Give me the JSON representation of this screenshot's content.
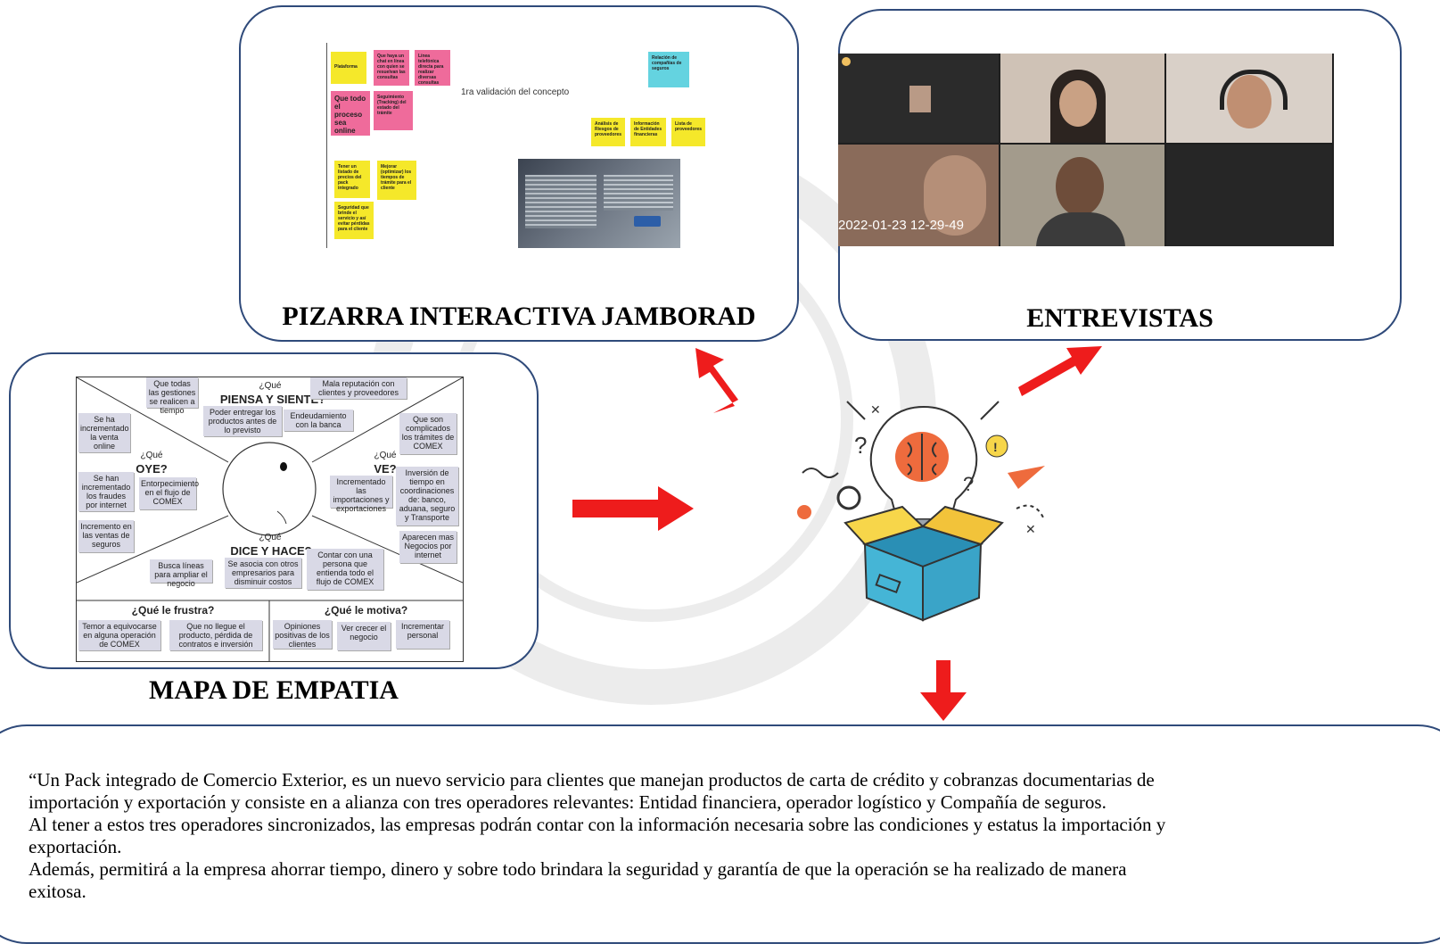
{
  "panels": {
    "jamboard": {
      "label": "PIZARRA INTERACTIVA JAMBORAD",
      "board_heading": "1ra validación del concepto",
      "stickies": [
        "Plataforma",
        "Que haya un chat en línea con quien se resuelvan las consultas",
        "Línea telefónica directa para realizar diversas consultas",
        "Relación de compañías de seguros",
        "Que todo el proceso sea online",
        "Seguimiento (Tracking) del estado del trámite",
        "Análisis de Riesgos de proveedores",
        "Información de Entidades financieras",
        "Lista de proveedores",
        "Tener un listado de precios del pack integrado",
        "Mejorar (optimizar) los tiempos de trámite para el cliente",
        "Seguridad que brinde el servicio y así evitar pérdidas para el cliente"
      ]
    },
    "interviews": {
      "label": "ENTREVISTAS",
      "timestamp": "2022-01-23 12-29-49"
    },
    "empathy": {
      "label": "MAPA DE EMPATIA",
      "headings": {
        "think_q": "¿Qué",
        "think": "PIENSA Y SIENTE?",
        "hear_q": "¿Qué",
        "hear": "OYE?",
        "see_q": "¿Qué",
        "see": "VE?",
        "say_q": "¿Qué",
        "say": "DICE Y HACE?",
        "pain": "¿Qué le frustra?",
        "gain": "¿Qué le motiva?"
      },
      "notes": {
        "n1": "Que todas las gestiones se realicen a tiempo",
        "n2": "Mala reputación con clientes y proveedores",
        "n3": "Poder entregar los productos antes de lo previsto",
        "n4": "Endeudamiento con la banca",
        "n5": "Se ha incrementado la venta online",
        "n6": "Que son complicados los trámites de COMEX",
        "n7": "Se han incrementado los fraudes por internet",
        "n8": "Entorpecimiento en el flujo de COMEX",
        "n9": "Incrementado las importaciones y exportaciones",
        "n10": "Inversión de tiempo en coordinaciones de: banco, aduana, seguro y Transporte",
        "n11": "Incremento en las ventas de seguros",
        "n12": "Aparecen mas Negocios por internet",
        "n13": "Busca líneas para ampliar el negocio",
        "n14": "Se asocia con otros empresarios para disminuir costos",
        "n15": "Contar con una persona que entienda todo el flujo de COMEX",
        "n16": "Temor a equivocarse en alguna operación de COMEX",
        "n17": "Que no llegue el producto, pérdida de contratos e inversión",
        "n18": "Opiniones positivas de los clientes",
        "n19": "Ver crecer el negocio",
        "n20": "Incrementar personal"
      }
    }
  },
  "statement": {
    "lines": [
      "“Un Pack integrado de Comercio Exterior, es un nuevo servicio para clientes que manejan productos de carta de crédito y cobranzas documentarias de",
      "importación y exportación y consiste en a alianza con tres operadores relevantes: Entidad financiera, operador logístico y Compañía de seguros.",
      "Al tener a estos tres operadores sincronizados, las empresas podrán contar con la información necesaria sobre las condiciones y estatus la importación y",
      "exportación.",
      "Además, permitirá a la empresa ahorrar tiempo, dinero y sobre todo brindara la seguridad y garantía de que la operación se ha realizado de manera",
      "exitosa."
    ]
  },
  "colors": {
    "panel_border": "#2f4a7a",
    "arrow": "#ee1c1c",
    "sticky_yellow": "#f5e82a",
    "sticky_pink": "#ef6b9b",
    "sticky_cyan": "#64d3e0",
    "box_blue": "#45b5d6",
    "bulb_yellow": "#f7d64a"
  }
}
